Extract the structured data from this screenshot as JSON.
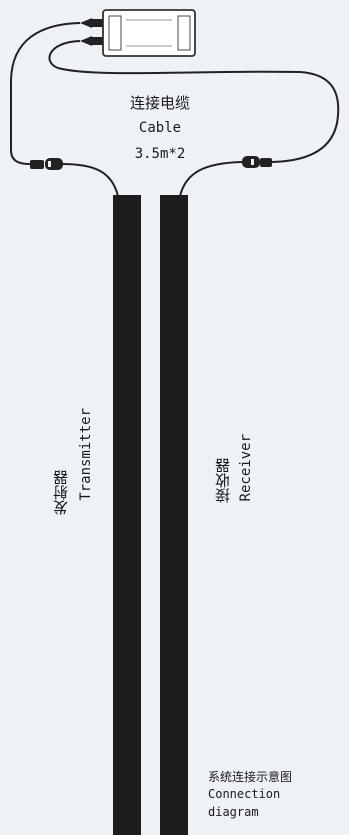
{
  "cable": {
    "label_cn": "连接电缆",
    "label_en": "Cable",
    "length": "3.5m*2"
  },
  "transmitter": {
    "label_cn": "发射器",
    "label_en": "Transmitter"
  },
  "receiver": {
    "label_cn": "接收器",
    "label_en": "Receiver"
  },
  "legend": {
    "title_cn": "系统连接示意图",
    "line1": "Connection",
    "line2": "diagram"
  },
  "colors": {
    "background": "#eef2f7",
    "bar": "#1c1c1c",
    "cable": "#222222",
    "box": "#ffffff"
  }
}
